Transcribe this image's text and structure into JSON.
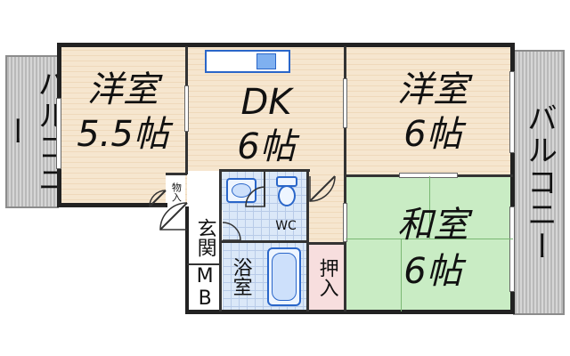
{
  "rooms": {
    "western_left": {
      "name": "洋室",
      "size": "5.5帖"
    },
    "dk": {
      "name": "DK",
      "size": "6帖"
    },
    "western_right": {
      "name": "洋室",
      "size": "6帖"
    },
    "japanese": {
      "name": "和室",
      "size": "6帖"
    },
    "entrance": "玄関",
    "bath": "浴室",
    "wc": "WC",
    "mb": "MB",
    "storage_small": "物入",
    "closet": "押入"
  },
  "balconies": {
    "left": "バルコニー",
    "right": "バルコニー"
  },
  "colors": {
    "wall": "#222222",
    "wood_floor": "#f6e6cf",
    "tatami": "#c9ecc4",
    "tile": "#dbe8f8",
    "closet": "#f7dede",
    "balcony": "#c8c8c8",
    "fixture_outline": "#2a66c9"
  }
}
